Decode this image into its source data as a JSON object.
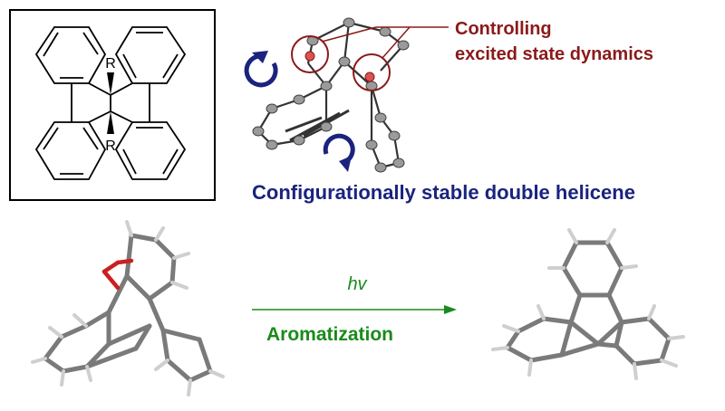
{
  "structure": {
    "r_top": "R",
    "r_bottom": "R"
  },
  "labels": {
    "controlling_line1": "Controlling",
    "controlling_line2": "excited state dynamics",
    "configurationally": "Configurationally stable double helicene",
    "hv": "hv",
    "aromatization": "Aromatization"
  },
  "colors": {
    "dark_red": "#8b1a1a",
    "navy": "#1a237e",
    "green": "#1a8a1a",
    "carbon": "#7a7a7a",
    "oxygen": "#cc1f1f",
    "hydrogen": "#eeeeee"
  },
  "icons": {
    "rotation_top": "counterclockwise-arrow-icon",
    "rotation_bottom": "clockwise-arrow-icon",
    "reaction": "right-arrow-icon"
  }
}
